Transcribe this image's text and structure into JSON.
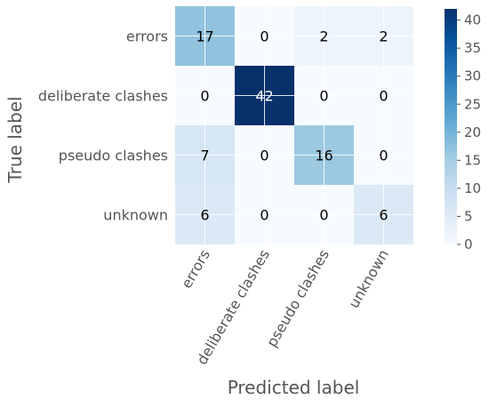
{
  "chart_data": {
    "type": "heatmap",
    "title": "",
    "xlabel": "Predicted label",
    "ylabel": "True label",
    "x_categories": [
      "errors",
      "deliberate clashes",
      "pseudo clashes",
      "unknown"
    ],
    "y_categories": [
      "errors",
      "deliberate clashes",
      "pseudo clashes",
      "unknown"
    ],
    "values": [
      [
        17,
        0,
        2,
        2
      ],
      [
        0,
        42,
        0,
        0
      ],
      [
        7,
        0,
        16,
        0
      ],
      [
        6,
        0,
        0,
        6
      ]
    ],
    "colormap": "Blues",
    "vmin": 0,
    "vmax": 42,
    "colorbar_ticks": [
      0,
      5,
      10,
      15,
      20,
      25,
      30,
      35,
      40
    ],
    "grid": true,
    "colors": {
      "text_dark": "#000000",
      "text_light": "#ffffff",
      "axis_text": "#555555"
    }
  }
}
